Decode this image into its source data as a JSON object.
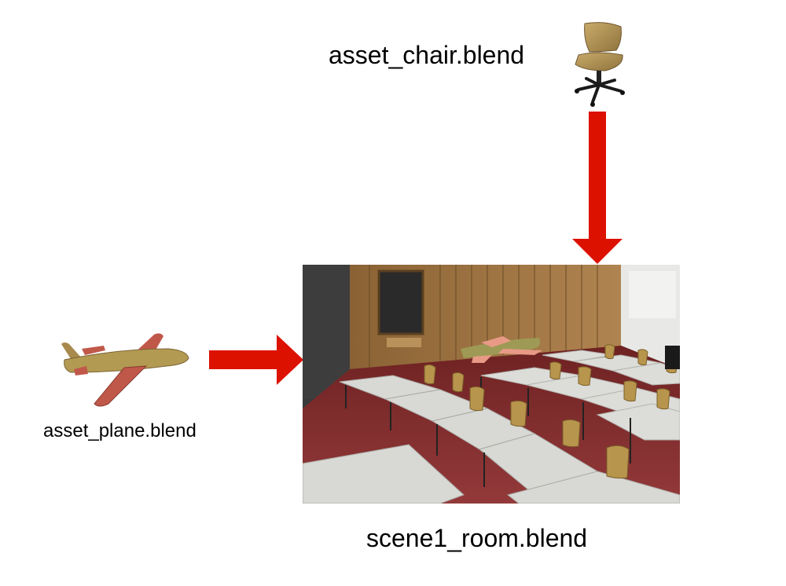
{
  "labels": {
    "chair": "asset_chair.blend",
    "plane": "asset_plane.blend",
    "scene": "scene1_room.blend"
  },
  "colors": {
    "arrow": "#dd1100",
    "wood": "#a88a4e",
    "plane_body": "#b39a52",
    "plane_wing": "#c0584a",
    "floor": "#8a2f2f",
    "desk": "#dcdcd8",
    "wall_panel": "#9a6f3e"
  },
  "icons": {
    "chair": "office-chair-icon",
    "plane": "toy-airplane-icon"
  }
}
